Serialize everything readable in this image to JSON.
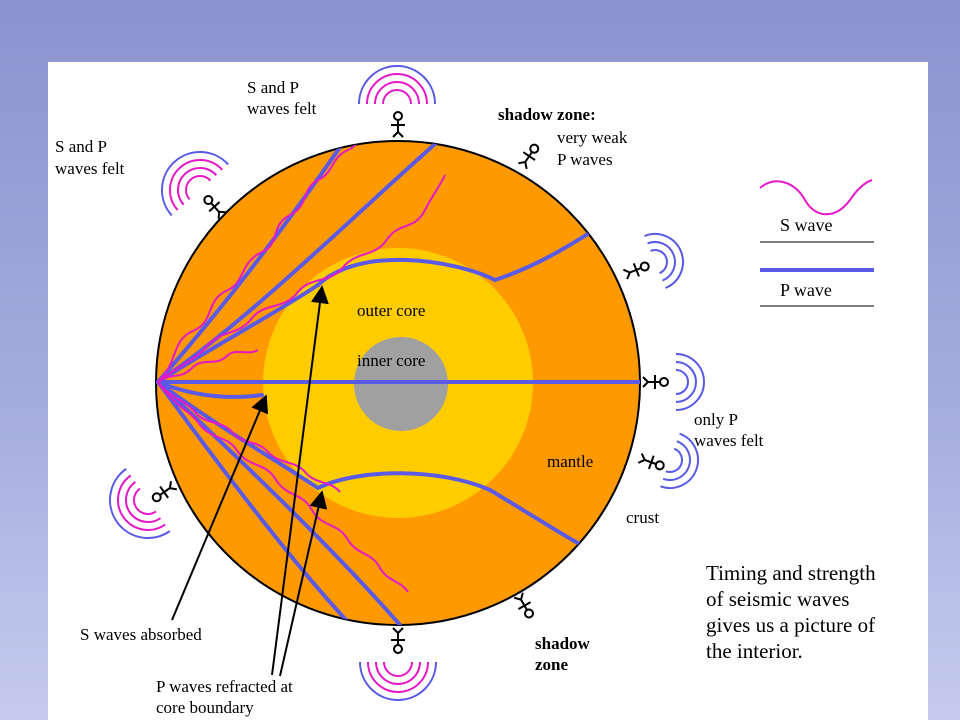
{
  "labels": {
    "sp_felt_top": [
      "S and P",
      "waves felt"
    ],
    "sp_felt_left": [
      "S and P",
      "waves felt"
    ],
    "shadow_zone_top_title": "shadow zone:",
    "shadow_zone_top_desc": [
      "very weak",
      "P waves"
    ],
    "only_p_felt": [
      "only P",
      "waves felt"
    ],
    "shadow_zone_bottom": [
      "shadow",
      "zone"
    ],
    "outer_core": "outer core",
    "inner_core": "inner core",
    "mantle": "mantle",
    "crust": "crust",
    "s_absorbed": "S waves absorbed",
    "p_refracted": [
      "P waves refracted at",
      "core boundary"
    ]
  },
  "legend": {
    "s_wave": "S wave",
    "p_wave": "P wave"
  },
  "caption": [
    "Timing and strength",
    "of seismic waves",
    "gives us a picture of",
    "the interior."
  ],
  "colors": {
    "slide_bg": "#8c93cf",
    "mantle": "#ff9900",
    "outer_core": "#ffcc00",
    "inner_core": "#a0a0a0",
    "p_wave": "#5a5ae6",
    "s_wave": "#e619c8",
    "ring_outer": "#5a5ae6",
    "ring_inner": "#e619c8"
  },
  "icons": [
    "seismometer-icon",
    "wave-rings-icon",
    "arrow-icon"
  ]
}
